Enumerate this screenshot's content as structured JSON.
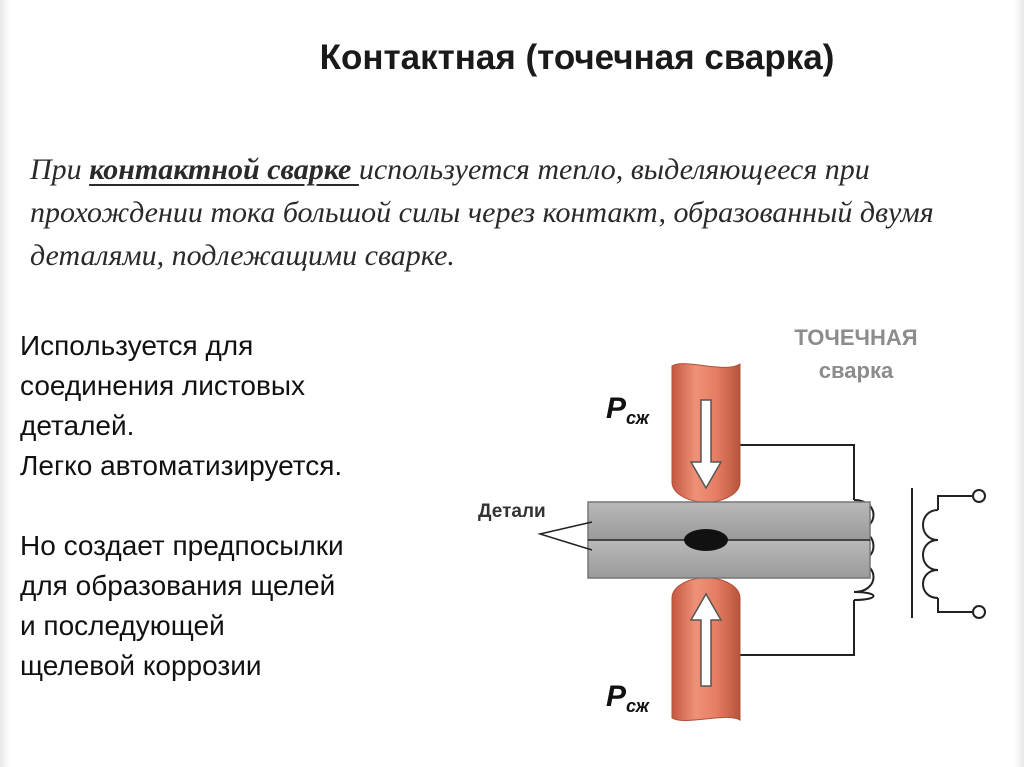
{
  "title": "Контактная (точечная сварка)",
  "intro": {
    "prefix": "При ",
    "term": "контактной сварке ",
    "rest": "используется тепло, выделяющееся при прохождении тока большой силы через контакт, образованный двумя деталями, подлежащими сварке."
  },
  "body": {
    "lines_1": [
      "Используется для",
      "соединения листовых",
      "деталей."
    ],
    "line_2": "Легко автоматизируется.",
    "lines_3": [
      "Но создает предпосылки",
      "для образования щелей",
      "и последующей",
      "щелевой коррозии"
    ]
  },
  "diagram": {
    "heading_line1": "ТОЧЕЧНАЯ",
    "heading_line2": "сварка",
    "parts_label": "Детали",
    "force_letter": "P",
    "force_subscript": "сж",
    "colors": {
      "electrode": "#e57e63",
      "electrode_dark": "#c45f47",
      "plate": "#a9a9a9",
      "plate_dark": "#8a8a8a",
      "nugget": "#111111",
      "wire": "#222222",
      "heading": "#8c8c8c"
    }
  }
}
